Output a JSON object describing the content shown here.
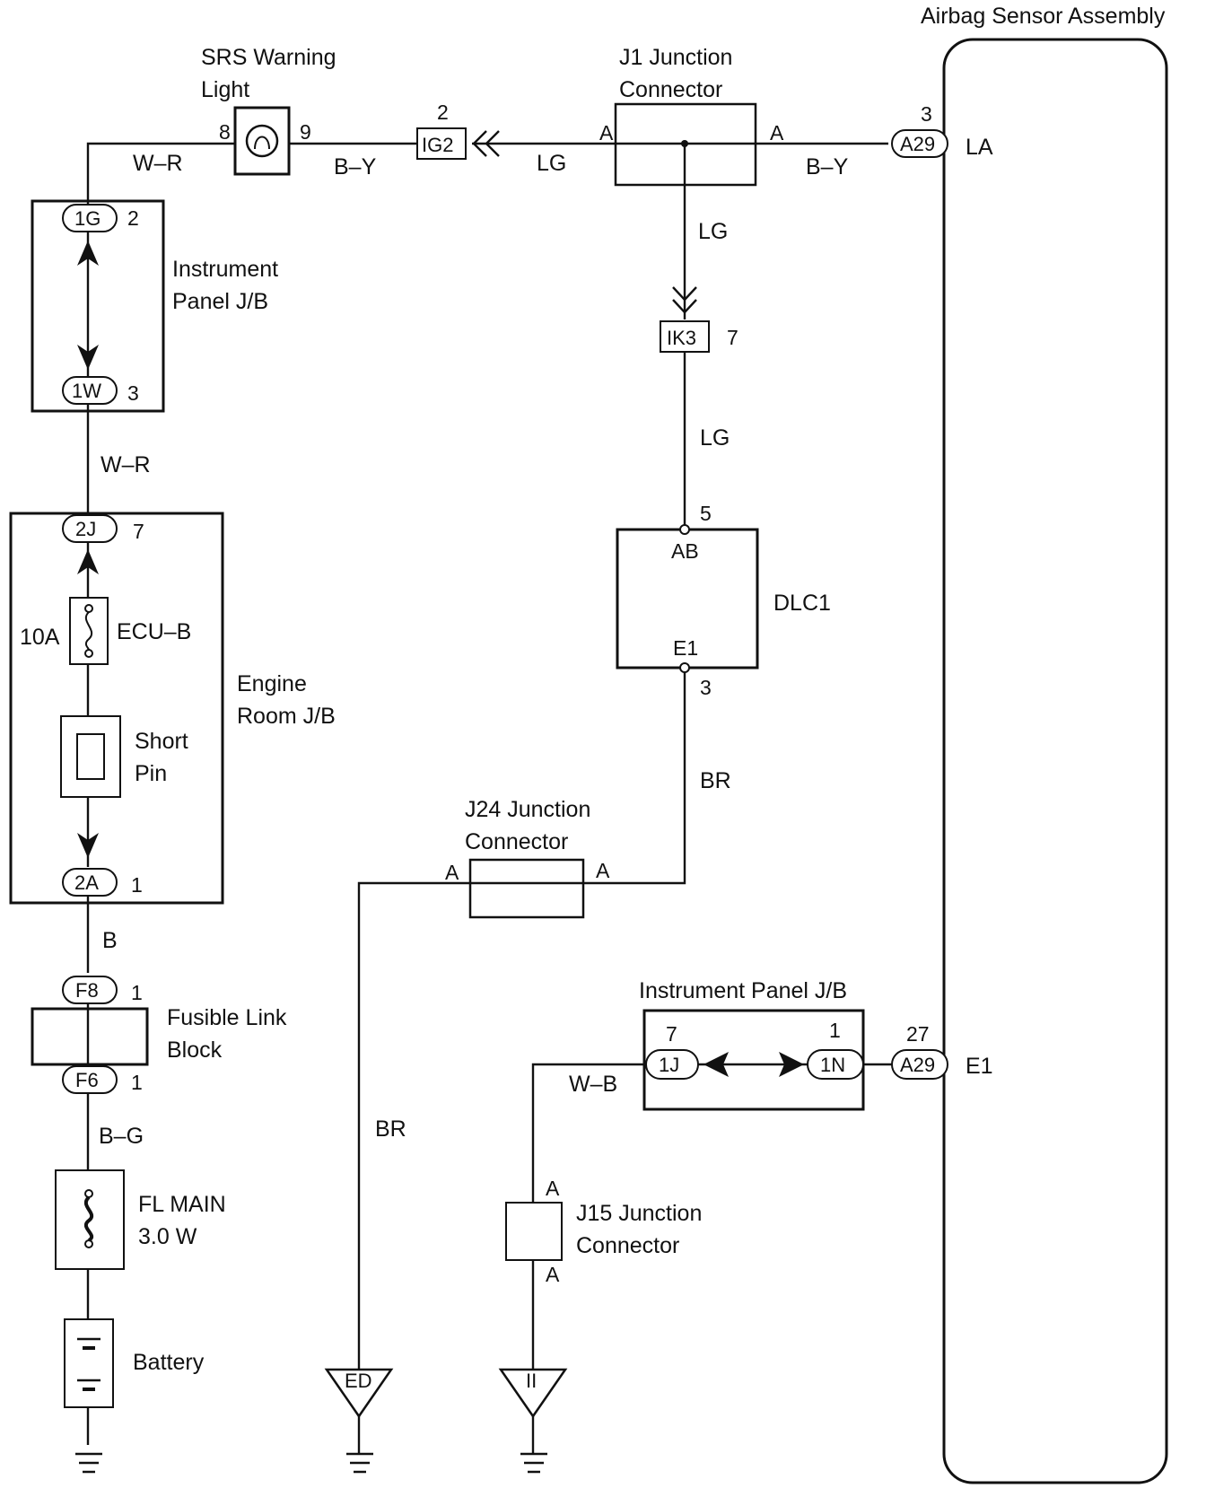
{
  "components": {
    "airbag_sensor": "Airbag Sensor Assembly",
    "srs_light_1": "SRS  Warning",
    "srs_light_2": "Light",
    "j1_1": "J1  Junction",
    "j1_2": "Connector",
    "ip_jb_1": "Instrument",
    "ip_jb_2": "Panel J/B",
    "engine_jb_1": "Engine",
    "engine_jb_2": "Room J/B",
    "ecu_b": "ECU–B",
    "fuse_amp": "10A",
    "short_pin_1": "Short",
    "short_pin_2": "Pin",
    "fusible_1": "Fusible  Link",
    "fusible_2": "Block",
    "fl_main_1": "FL  MAIN",
    "fl_main_2": "3.0 W",
    "battery": "Battery",
    "dlc1": "DLC1",
    "dlc1_ab": "AB",
    "dlc1_e1": "E1",
    "j24_1": "J24  Junction",
    "j24_2": "Connector",
    "ip_jb_bottom": "Instrument Panel J/B",
    "j15_1": "J15  Junction",
    "j15_2": "Connector"
  },
  "connectors": {
    "c_1g": "1G",
    "c_1w": "1W",
    "c_2j": "2J",
    "c_2a": "2A",
    "c_f8": "F8",
    "c_f6": "F6",
    "c_ig2": "IG2",
    "c_ik3": "IK3",
    "c_a29_top": "A29",
    "c_a29_bot": "A29",
    "c_1j": "1J",
    "c_1n": "1N",
    "g_ed": "ED",
    "g_ii": "II"
  },
  "pins": {
    "srs_8": "8",
    "srs_9": "9",
    "ig2_2": "2",
    "j1_a_left": "A",
    "j1_a_right": "A",
    "a29_3": "3",
    "la": "LA",
    "p_1g": "2",
    "p_1w": "3",
    "p_2j": "7",
    "p_2a": "1",
    "p_f8": "1",
    "p_f6": "1",
    "ik3_7": "7",
    "dlc_5": "5",
    "dlc_3": "3",
    "j24_a_left": "A",
    "j24_a_right": "A",
    "p_1j": "7",
    "p_1n": "1",
    "a29_27": "27",
    "e1": "E1",
    "j15_a_top": "A",
    "j15_a_bot": "A"
  },
  "wires": {
    "w_wr_top": "W–R",
    "w_by_srs": "B–Y",
    "w_lg_top": "LG",
    "w_by_right": "B–Y",
    "w_lg_down1": "LG",
    "w_lg_down2": "LG",
    "w_wr_mid": "W–R",
    "w_b": "B",
    "w_bg": "B–G",
    "w_br_right": "BR",
    "w_br_left": "BR",
    "w_wb": "W–B"
  }
}
